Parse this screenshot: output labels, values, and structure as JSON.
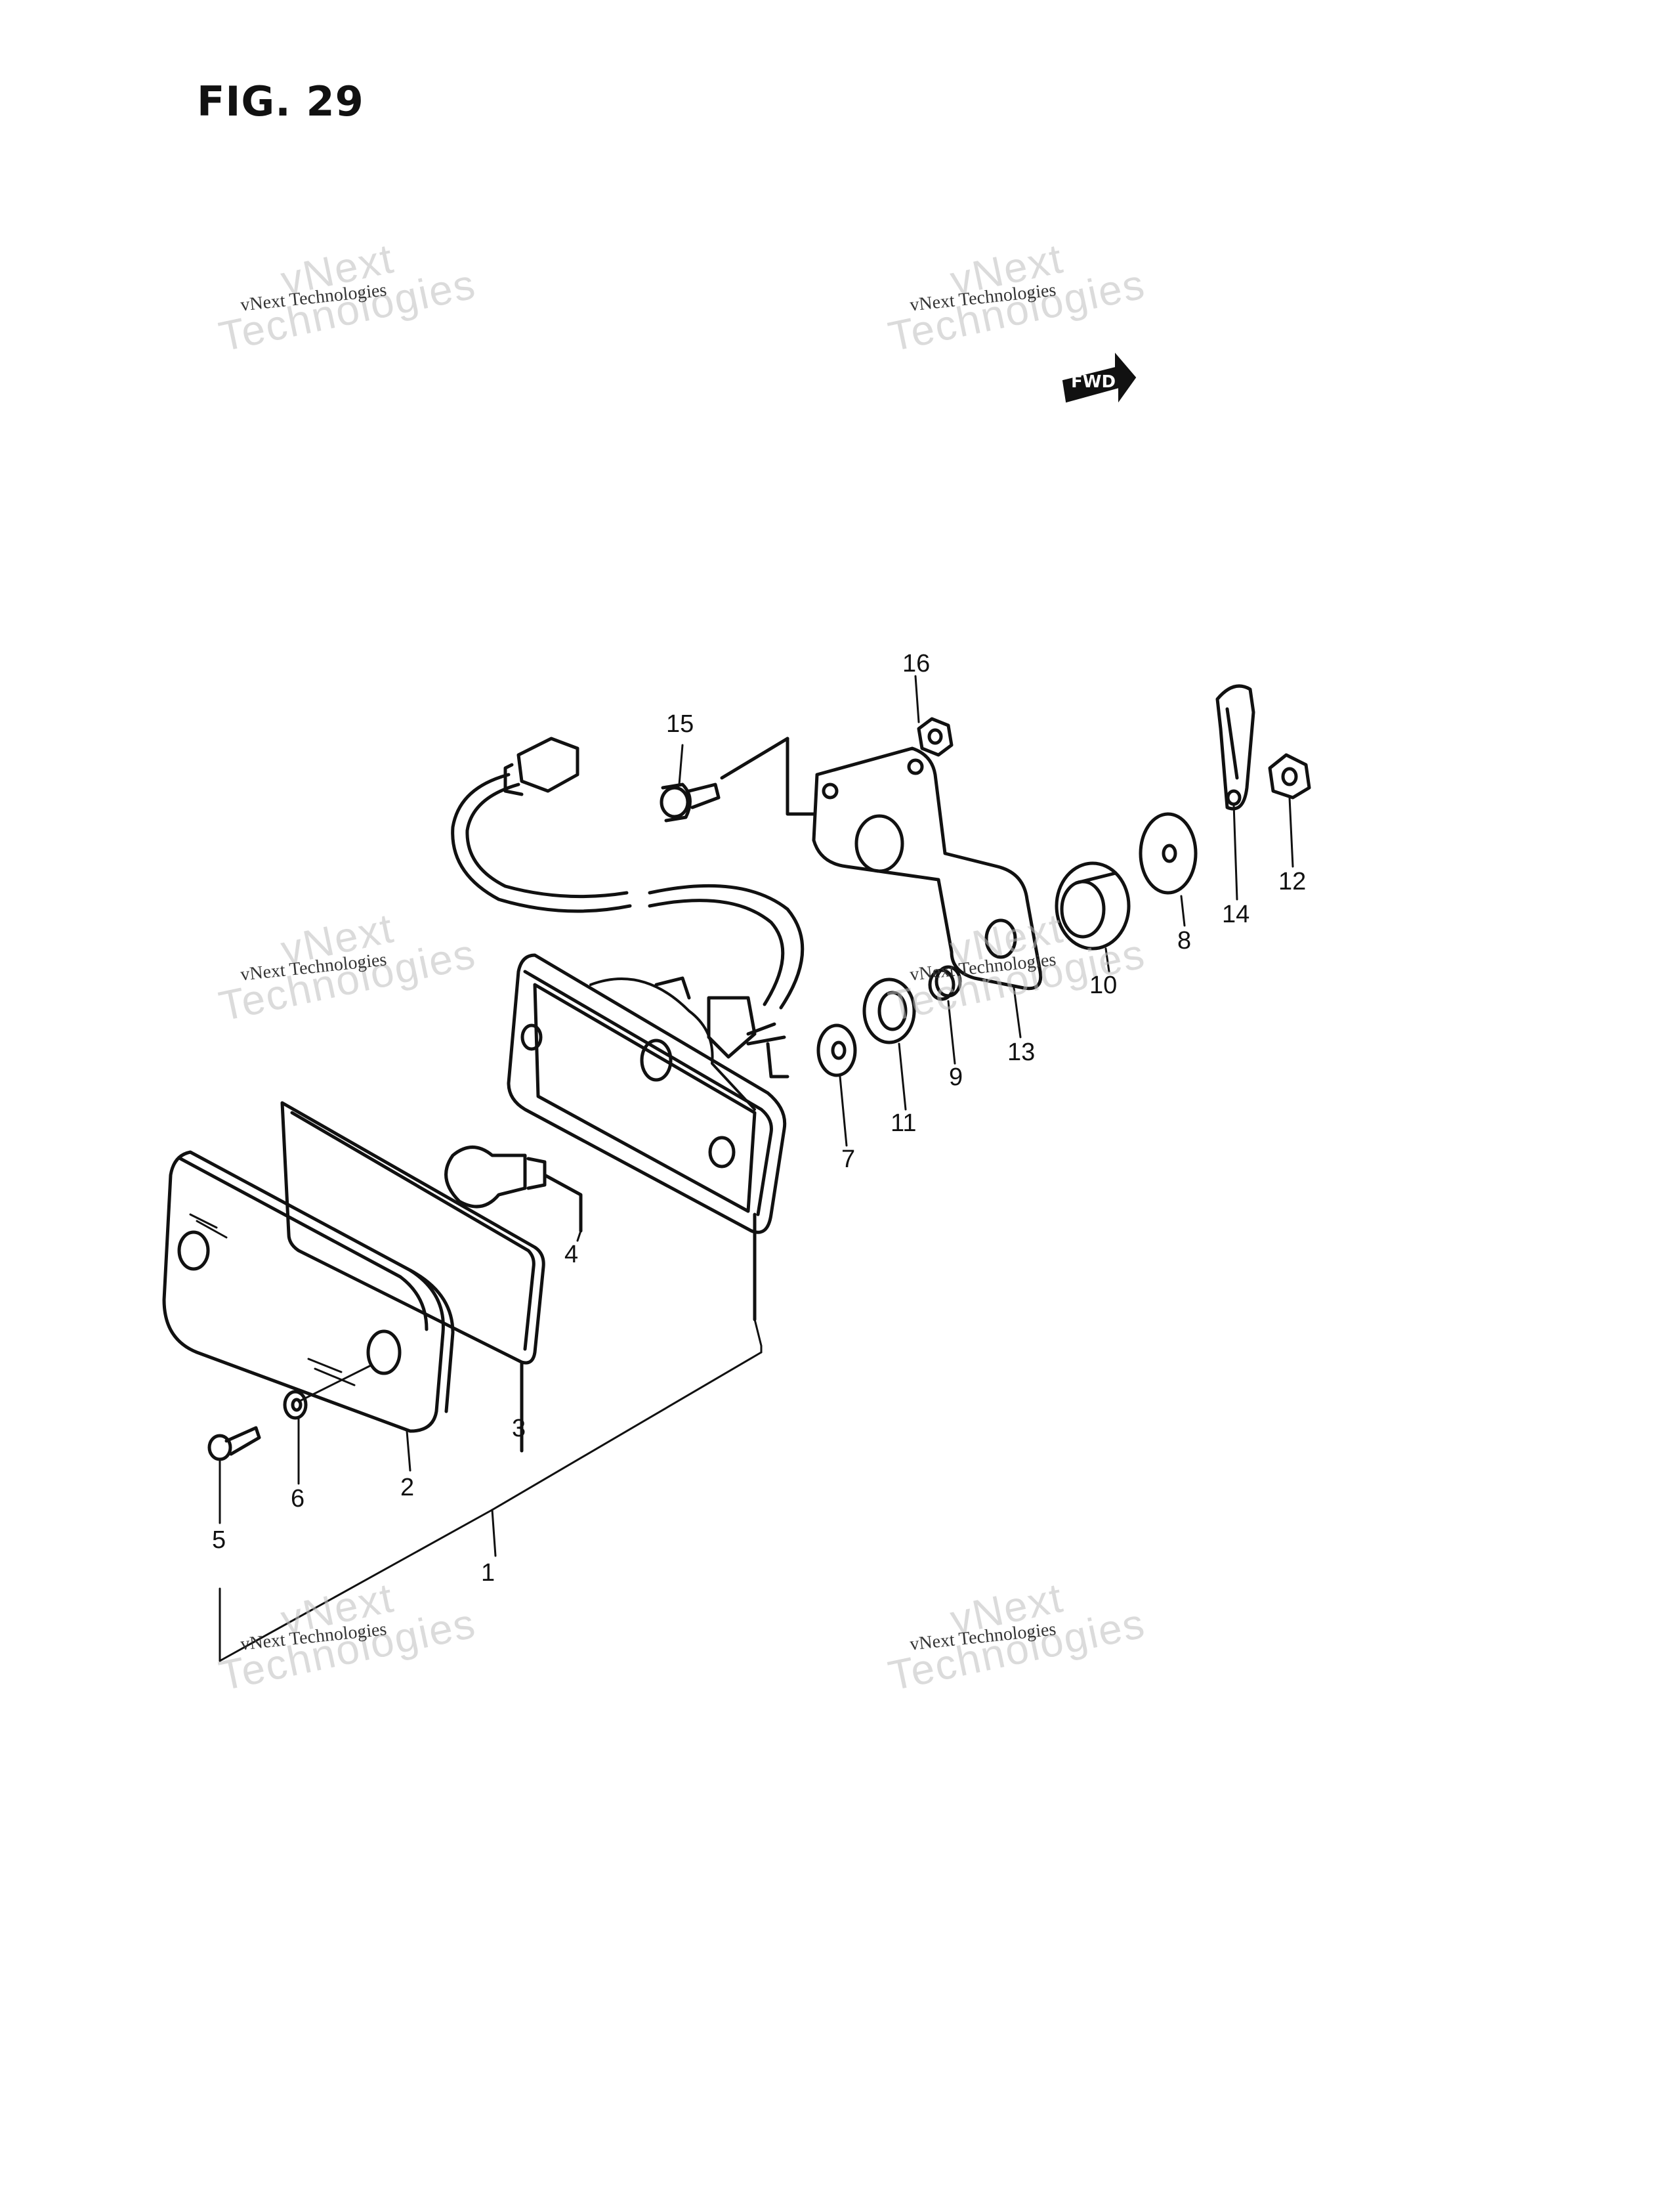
{
  "figure": {
    "title": "FIG. 29"
  },
  "watermark": {
    "line1": "vNext",
    "line2": "Technologies",
    "small": "vNext Technologies"
  },
  "direction_badge": {
    "label": "FWD"
  },
  "callouts": [
    {
      "id": "c1",
      "label": "1"
    },
    {
      "id": "c2",
      "label": "2"
    },
    {
      "id": "c3",
      "label": "3"
    },
    {
      "id": "c4",
      "label": "4"
    },
    {
      "id": "c5",
      "label": "5"
    },
    {
      "id": "c6",
      "label": "6"
    },
    {
      "id": "c7",
      "label": "7"
    },
    {
      "id": "c8",
      "label": "8"
    },
    {
      "id": "c9",
      "label": "9"
    },
    {
      "id": "c10",
      "label": "10"
    },
    {
      "id": "c11",
      "label": "11"
    },
    {
      "id": "c12",
      "label": "12"
    },
    {
      "id": "c13",
      "label": "13"
    },
    {
      "id": "c14",
      "label": "14"
    },
    {
      "id": "c15",
      "label": "15"
    },
    {
      "id": "c16",
      "label": "16"
    }
  ]
}
